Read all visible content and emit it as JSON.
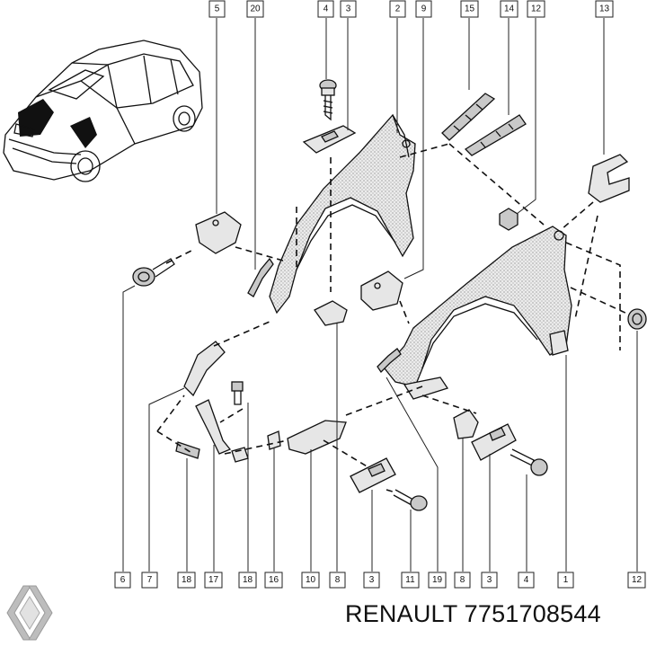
{
  "footer": {
    "brand": "RENAULT",
    "part_number": "7751708544"
  },
  "callouts_top": [
    "5",
    "20",
    "4",
    "3",
    "2",
    "9",
    "15",
    "14",
    "12",
    "13"
  ],
  "callouts_bottom": [
    "6",
    "7",
    "18",
    "17",
    "18",
    "16",
    "10",
    "8",
    "3",
    "11",
    "19",
    "8",
    "3",
    "4",
    "1",
    "12"
  ],
  "icons": {
    "logo": "renault-diamond-logo",
    "car": "car-outline"
  }
}
